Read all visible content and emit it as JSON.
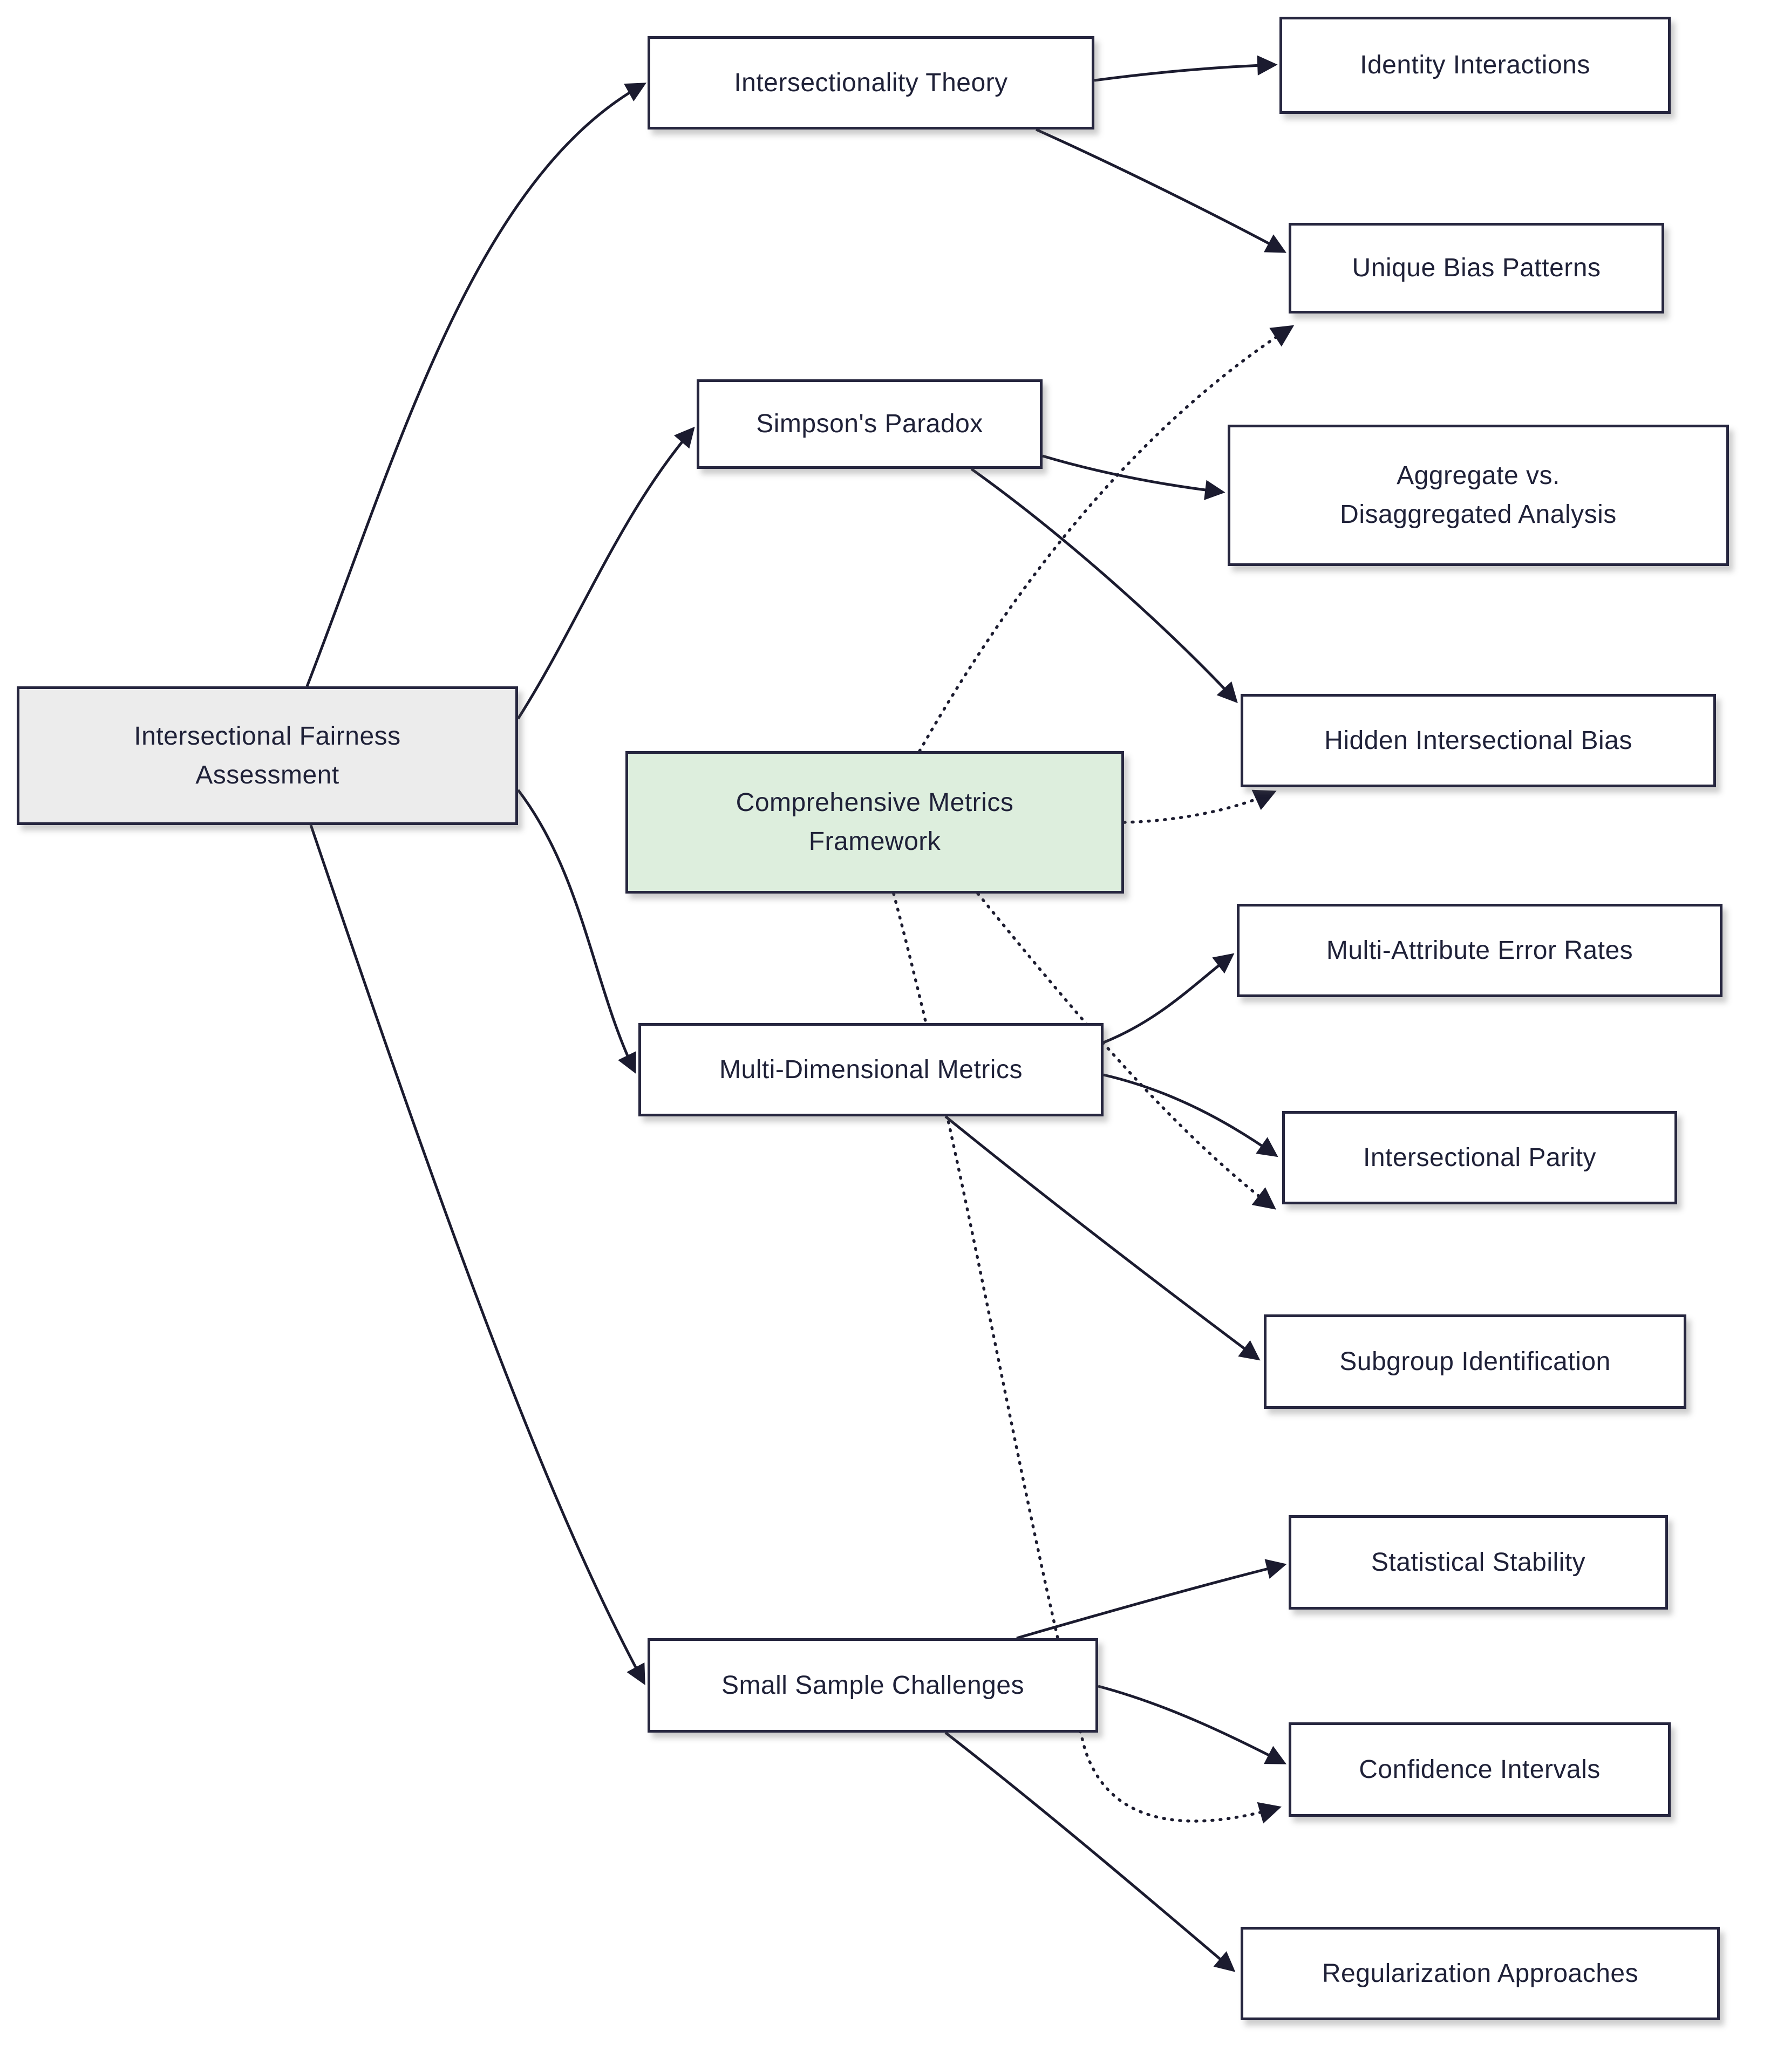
{
  "diagram": {
    "type": "flowchart",
    "nodes": {
      "root": {
        "label": "Intersectional Fairness\nAssessment"
      },
      "intersectionality_theory": {
        "label": "Intersectionality Theory"
      },
      "identity_interactions": {
        "label": "Identity Interactions"
      },
      "unique_bias_patterns": {
        "label": "Unique Bias Patterns"
      },
      "simpsons_paradox": {
        "label": "Simpson's Paradox"
      },
      "aggregate_vs_disaggregated_analysis": {
        "label": "Aggregate vs.\nDisaggregated Analysis"
      },
      "hidden_intersectional_bias": {
        "label": "Hidden Intersectional Bias"
      },
      "comprehensive_metrics_framework": {
        "label": "Comprehensive Metrics\nFramework"
      },
      "multi_attribute_error_rates": {
        "label": "Multi-Attribute Error Rates"
      },
      "multi_dimensional_metrics": {
        "label": "Multi-Dimensional Metrics"
      },
      "intersectional_parity": {
        "label": "Intersectional Parity"
      },
      "subgroup_identification": {
        "label": "Subgroup Identification"
      },
      "statistical_stability": {
        "label": "Statistical Stability"
      },
      "small_sample_challenges": {
        "label": "Small Sample Challenges"
      },
      "confidence_intervals": {
        "label": "Confidence Intervals"
      },
      "regularization_approaches": {
        "label": "Regularization Approaches"
      }
    },
    "edges": [
      {
        "from": "root",
        "to": "intersectionality_theory",
        "style": "solid"
      },
      {
        "from": "root",
        "to": "simpsons_paradox",
        "style": "solid"
      },
      {
        "from": "root",
        "to": "multi_dimensional_metrics",
        "style": "solid"
      },
      {
        "from": "root",
        "to": "small_sample_challenges",
        "style": "solid"
      },
      {
        "from": "intersectionality_theory",
        "to": "identity_interactions",
        "style": "solid"
      },
      {
        "from": "intersectionality_theory",
        "to": "unique_bias_patterns",
        "style": "solid"
      },
      {
        "from": "simpsons_paradox",
        "to": "aggregate_vs_disaggregated_analysis",
        "style": "solid"
      },
      {
        "from": "simpsons_paradox",
        "to": "hidden_intersectional_bias",
        "style": "solid"
      },
      {
        "from": "multi_dimensional_metrics",
        "to": "multi_attribute_error_rates",
        "style": "solid"
      },
      {
        "from": "multi_dimensional_metrics",
        "to": "intersectional_parity",
        "style": "solid"
      },
      {
        "from": "multi_dimensional_metrics",
        "to": "subgroup_identification",
        "style": "solid"
      },
      {
        "from": "small_sample_challenges",
        "to": "statistical_stability",
        "style": "solid"
      },
      {
        "from": "small_sample_challenges",
        "to": "confidence_intervals",
        "style": "solid"
      },
      {
        "from": "small_sample_challenges",
        "to": "regularization_approaches",
        "style": "solid"
      },
      {
        "from": "comprehensive_metrics_framework",
        "to": "unique_bias_patterns",
        "style": "dotted"
      },
      {
        "from": "comprehensive_metrics_framework",
        "to": "hidden_intersectional_bias",
        "style": "dotted"
      },
      {
        "from": "comprehensive_metrics_framework",
        "to": "intersectional_parity",
        "style": "dotted"
      },
      {
        "from": "comprehensive_metrics_framework",
        "to": "confidence_intervals",
        "style": "dotted"
      }
    ],
    "colors": {
      "node_border": "#26263f",
      "node_fill": "#ffffff",
      "root_fill": "#ececec",
      "highlight_fill": "#ddeedd",
      "edge": "#1b1b2f",
      "text": "#1f2138"
    }
  }
}
